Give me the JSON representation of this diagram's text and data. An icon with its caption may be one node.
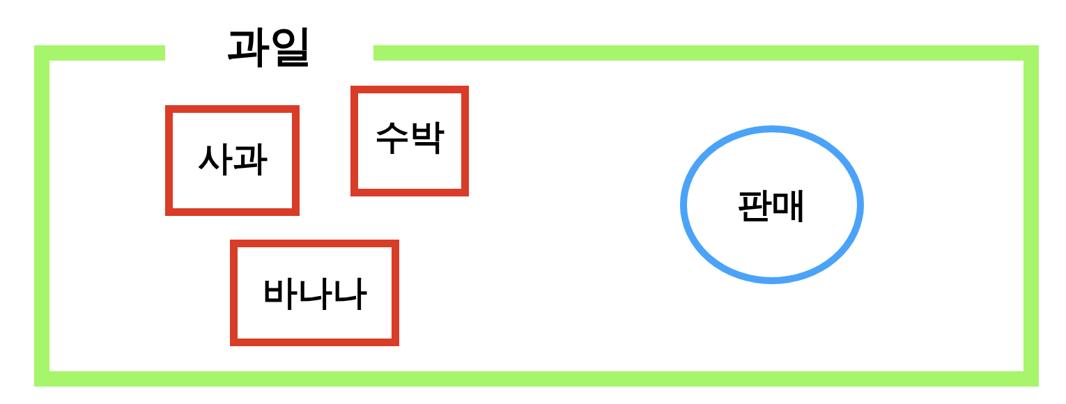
{
  "diagram": {
    "nodes": [
      {
        "text": [
          "과일"
        ]
      },
      {
        "text": [
          "사과"
        ],
        "in": 0
      },
      {
        "text": [
          "수박"
        ],
        "in": 0
      },
      {
        "text": [
          "바나나"
        ],
        "in": 0
      },
      {
        "text": [
          "판매"
        ],
        "in": 0
      }
    ]
  }
}
